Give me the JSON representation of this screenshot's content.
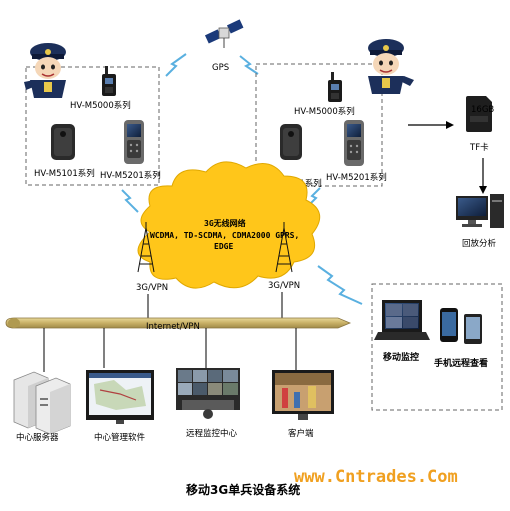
{
  "colors": {
    "cloud_fill": "#ffc61a",
    "backbone": "#c8b066",
    "wireless_wave": "#5ab0e0",
    "watermark": "#f0a020"
  },
  "labels": {
    "gps": "GPS",
    "left_m5000": "HV-M5000系列",
    "left_m5101": "HV-M5101系列",
    "left_m5201": "HV-M5201系列",
    "right_m5000": "HV-M5000系列",
    "right_m5101": "HV-M5101系列",
    "right_m5201": "HV-M5201系列",
    "tf_card": "TF卡",
    "tf_card_brand": "16GB",
    "playback": "回放分析",
    "cloud_title": "3G无线网络",
    "cloud_line2": "WCDMA, TD-SCDMA, CDMA2000  GPRS,",
    "cloud_line3": "EDGE",
    "vpn_left": "3G/VPN",
    "vpn_right": "3G/VPN",
    "backbone": "Internet/VPN",
    "mobile_monitor": "移动监控",
    "phone_view": "手机远程查看",
    "center_server": "中心服务器",
    "center_software": "中心管理软件",
    "remote_center": "远程监控中心",
    "client": "客户端",
    "title": "移动3G单兵设备系统",
    "watermark": "www.Cntrades.Com"
  },
  "icons": [
    "police-mascot-icon",
    "gps-satellite-icon",
    "walkie-talkie-icon",
    "body-camera-icon",
    "handheld-terminal-icon",
    "tf-card-icon",
    "workstation-icon",
    "antenna-tower-icon",
    "laptop-icon",
    "smartphone-icon",
    "server-icon",
    "monitor-icon",
    "video-wall-icon"
  ]
}
